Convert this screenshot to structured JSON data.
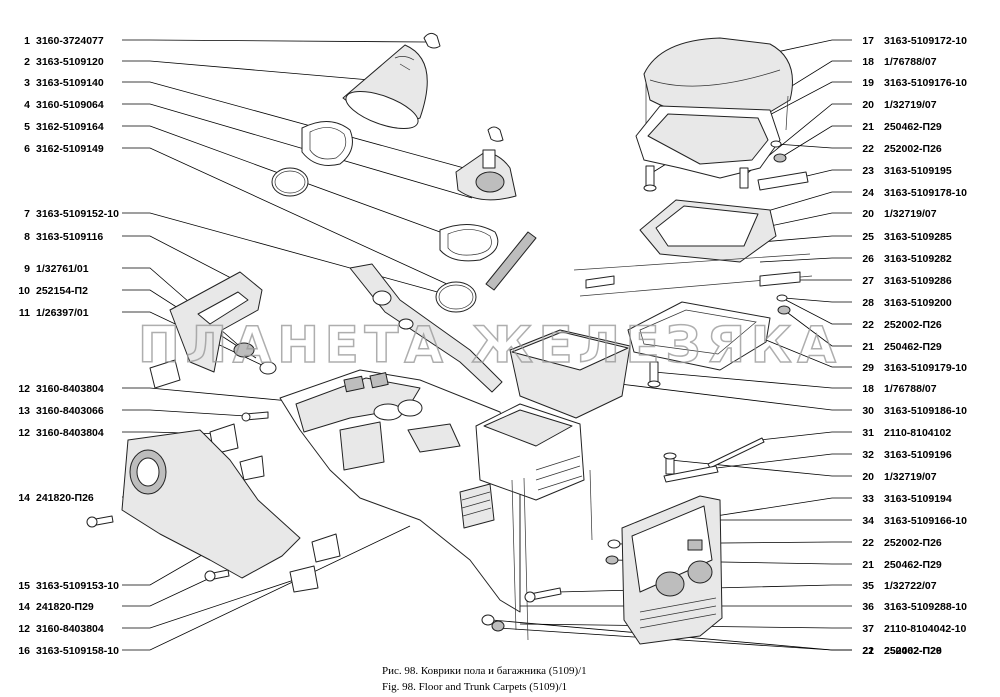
{
  "left_callouts": [
    {
      "num": "1",
      "part": "3160-3724077"
    },
    {
      "num": "2",
      "part": "3163-5109120"
    },
    {
      "num": "3",
      "part": "3163-5109140"
    },
    {
      "num": "4",
      "part": "3160-5109064"
    },
    {
      "num": "5",
      "part": "3162-5109164"
    },
    {
      "num": "6",
      "part": "3162-5109149"
    },
    {
      "num": "7",
      "part": "3163-5109152-10"
    },
    {
      "num": "8",
      "part": "3163-5109116"
    },
    {
      "num": "9",
      "part": "1/32761/01"
    },
    {
      "num": "10",
      "part": "252154-П2"
    },
    {
      "num": "11",
      "part": "1/26397/01"
    },
    {
      "num": "12",
      "part": "3160-8403804"
    },
    {
      "num": "13",
      "part": "3160-8403066"
    },
    {
      "num": "12",
      "part": "3160-8403804"
    },
    {
      "num": "14",
      "part": "241820-П26"
    },
    {
      "num": "15",
      "part": "3163-5109153-10"
    },
    {
      "num": "14",
      "part": "241820-П29"
    },
    {
      "num": "12",
      "part": "3160-8403804"
    },
    {
      "num": "16",
      "part": "3163-5109158-10"
    }
  ],
  "right_callouts": [
    {
      "num": "17",
      "part": "3163-5109172-10"
    },
    {
      "num": "18",
      "part": "1/76788/07"
    },
    {
      "num": "19",
      "part": "3163-5109176-10"
    },
    {
      "num": "20",
      "part": "1/32719/07"
    },
    {
      "num": "21",
      "part": "250462-П29"
    },
    {
      "num": "22",
      "part": "252002-П26"
    },
    {
      "num": "23",
      "part": "3163-5109195"
    },
    {
      "num": "24",
      "part": "3163-5109178-10"
    },
    {
      "num": "20",
      "part": "1/32719/07"
    },
    {
      "num": "25",
      "part": "3163-5109285"
    },
    {
      "num": "26",
      "part": "3163-5109282"
    },
    {
      "num": "27",
      "part": "3163-5109286"
    },
    {
      "num": "28",
      "part": "3163-5109200"
    },
    {
      "num": "22",
      "part": "252002-П26"
    },
    {
      "num": "21",
      "part": "250462-П29"
    },
    {
      "num": "29",
      "part": "3163-5109179-10"
    },
    {
      "num": "18",
      "part": "1/76788/07"
    },
    {
      "num": "30",
      "part": "3163-5109186-10"
    },
    {
      "num": "31",
      "part": "2110-8104102"
    },
    {
      "num": "32",
      "part": "3163-5109196"
    },
    {
      "num": "20",
      "part": "1/32719/07"
    },
    {
      "num": "33",
      "part": "3163-5109194"
    },
    {
      "num": "34",
      "part": "3163-5109166-10"
    },
    {
      "num": "22",
      "part": "252002-П26"
    },
    {
      "num": "21",
      "part": "250462-П29"
    },
    {
      "num": "35",
      "part": "1/32722/07"
    },
    {
      "num": "36",
      "part": "3163-5109288-10"
    },
    {
      "num": "37",
      "part": "2110-8104042-10"
    },
    {
      "num": "22",
      "part": "252002-П26"
    },
    {
      "num": "21",
      "part": "250462-П29"
    }
  ],
  "caption": {
    "ru": "Рис. 98. Коврики пола и багажника (5109)/1",
    "en": "Fig. 98. Floor and Trunk Carpets (5109)/1"
  },
  "watermark": "ПЛАНЕТА ЖЕЛЕЗЯКА"
}
